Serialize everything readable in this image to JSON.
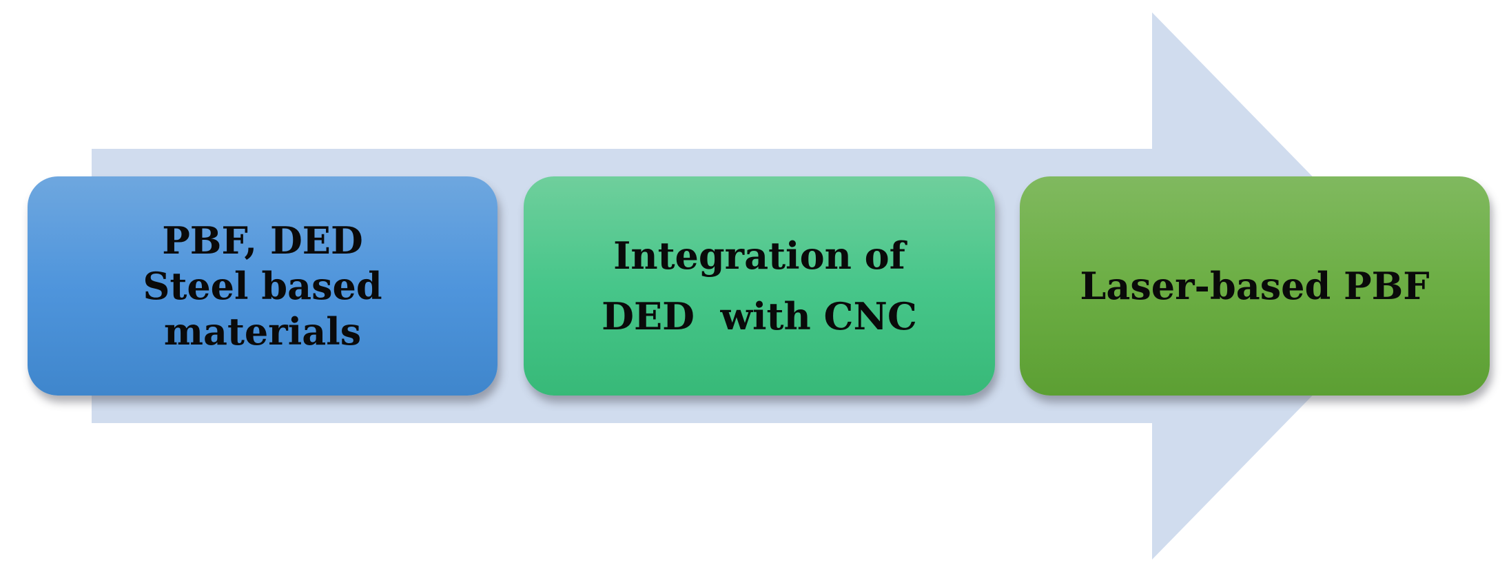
{
  "diagram": {
    "colors": {
      "arrow": "#d0dcee",
      "box_1": "#4f95dc",
      "box_2": "#47c68a",
      "box_3": "#6cae44",
      "text": "#0a0a0a"
    },
    "steps": [
      {
        "lines": [
          "PBF, DED",
          "Steel based",
          "materials"
        ]
      },
      {
        "lines": [
          "Integration of",
          "DED  with CNC"
        ]
      },
      {
        "lines": [
          "Laser-based PBF"
        ]
      }
    ]
  }
}
